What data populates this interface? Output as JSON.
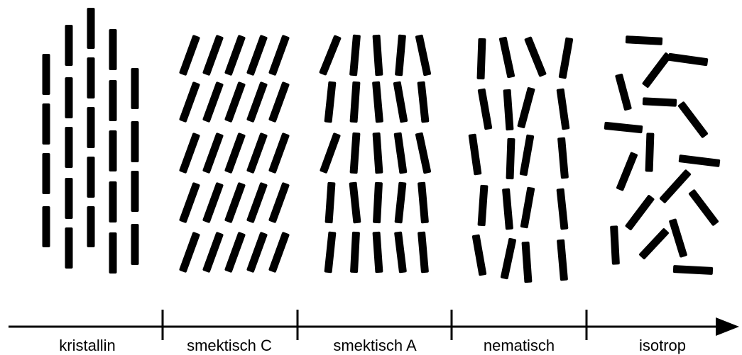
{
  "phases": [
    {
      "key": "kristallin",
      "label": "kristallin"
    },
    {
      "key": "smektisch-c",
      "label": "smektisch C"
    },
    {
      "key": "smektisch-a",
      "label": "smektisch A"
    },
    {
      "key": "nematisch",
      "label": "nematisch"
    },
    {
      "key": "isotrop",
      "label": "isotrop"
    }
  ],
  "colors": {
    "rod": "#000000",
    "axis": "#000000",
    "background": "#ffffff"
  }
}
